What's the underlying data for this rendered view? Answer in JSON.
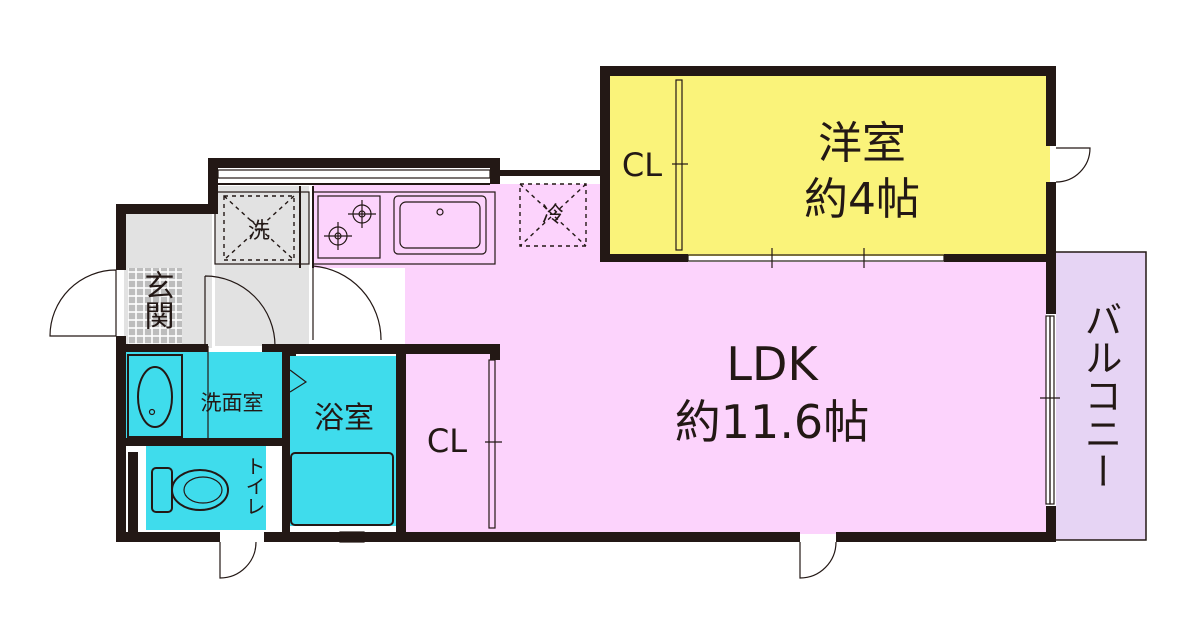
{
  "rooms": {
    "western_room": {
      "name": "洋室",
      "size": "約4帖"
    },
    "ldk": {
      "name": "LDK",
      "size": "約11.6帖"
    },
    "closet_western": "CL",
    "closet_ldk": "CL",
    "balcony": "バルコニー",
    "entrance": "玄関",
    "washroom": "洗面室",
    "bathroom": "浴室",
    "toilet": "トイレ"
  },
  "fixtures": {
    "washing_machine": "洗",
    "refrigerator": "冷"
  },
  "colors": {
    "wall": "#231815",
    "western_room": "#faf37a",
    "ldk": "#fcd3fc",
    "balcony": "#e6d4f4",
    "wet_area": "#3fdcec",
    "hall": "#e2e2e2"
  }
}
